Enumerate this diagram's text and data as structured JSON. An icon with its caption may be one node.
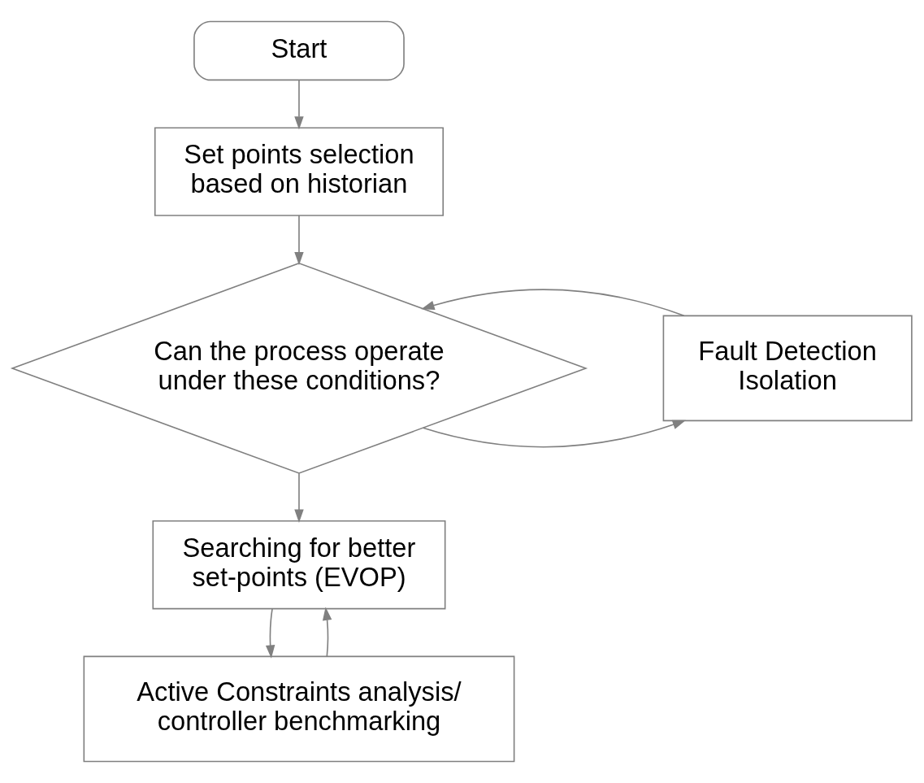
{
  "diagram": {
    "nodes": [
      {
        "text": [
          "Start"
        ]
      },
      {
        "text": [
          "Set points selection based on historian"
        ]
      },
      {
        "text": [
          "Can the process operate under these conditions?"
        ]
      },
      {
        "text": [
          "Fault Detection Isolation"
        ]
      },
      {
        "text": [
          "Searching for better set-points (EVOP)"
        ]
      },
      {
        "text": [
          "Active Constraints analysis/ controller benchmarking"
        ]
      }
    ],
    "edges": [
      {
        "from": 0,
        "to": 1,
        "arrow": "to"
      },
      {
        "from": 1,
        "to": 2,
        "arrow": "to"
      },
      {
        "from": 2,
        "to": 3,
        "arrow": "to"
      },
      {
        "from": 3,
        "to": 2,
        "arrow": "to"
      },
      {
        "from": 2,
        "to": 4,
        "arrow": "to"
      },
      {
        "from": 4,
        "to": 5,
        "arrow": "to"
      },
      {
        "from": 5,
        "to": 4,
        "arrow": "to"
      }
    ]
  }
}
